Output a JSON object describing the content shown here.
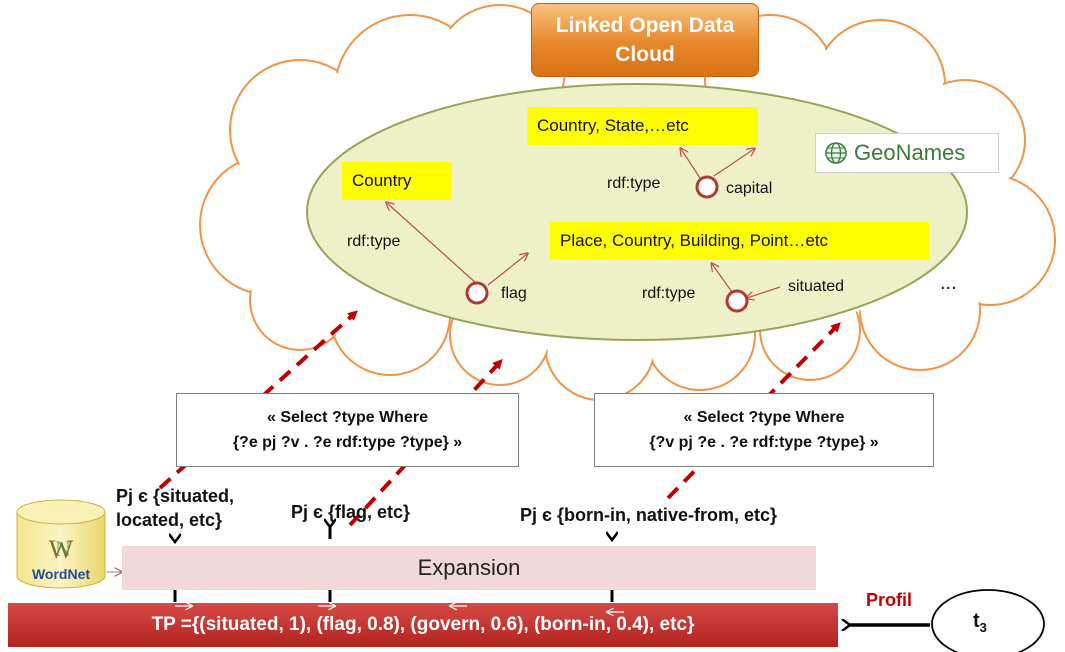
{
  "cloud": {
    "title_line1": "Linked Open Data",
    "title_line2": "Cloud",
    "ellipsis": "..."
  },
  "rdf": {
    "country_label": "Country",
    "country_state_label": "Country, State,…etc",
    "place_label": "Place, Country, Building, Point…etc",
    "rdf_type_1": "rdf:type",
    "rdf_type_2": "rdf:type",
    "rdf_type_3": "rdf:type",
    "flag": "flag",
    "capital": "capital",
    "situated": "situated"
  },
  "geonames": {
    "label": "GeoNames",
    "icon": "globe-icon"
  },
  "queries": {
    "left_line1": "« Select ?type Where",
    "left_line2": "{?e pj ?v . ?e rdf:type ?type} »",
    "right_line1": "« Select ?type Where",
    "right_line2": "{?v pj ?e . ?e rdf:type ?type} »"
  },
  "predicates": {
    "p1_line1": "Pj є {situated,",
    "p1_line2": "located, etc}",
    "p2": "Pj є {flag, etc}",
    "p3": "Pj є {born-in, native-from, etc}"
  },
  "wordnet": {
    "label": "WordNet",
    "icon": "wordnet-logo"
  },
  "expansion": {
    "label": "Expansion"
  },
  "tp": {
    "label": "TP ={(situated, 1), (flag, 0.8), (govern, 0.6), (born-in, 0.4), etc}"
  },
  "profil": {
    "label": "Profil"
  },
  "t3": {
    "base": "t",
    "sub": "3"
  },
  "colors": {
    "cloud_outline": "#f0944a",
    "ellipse_fill": "#eef1c8",
    "dashed_arrow": "#c00000",
    "tp_bar": "#c0302a",
    "expansion": "#f1d9d9",
    "highlight": "#ffff00"
  }
}
